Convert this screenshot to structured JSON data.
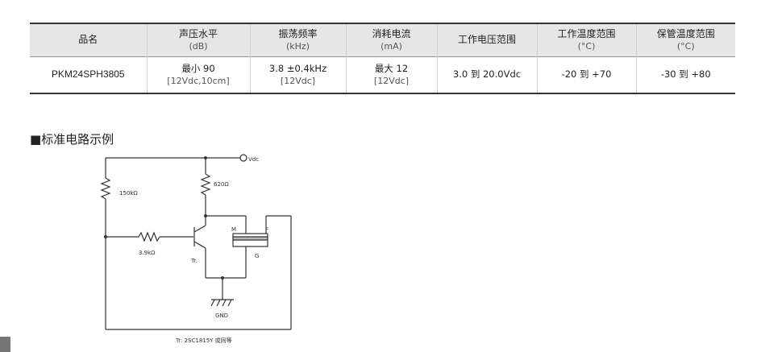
{
  "table": {
    "headers": [
      {
        "main": "品名",
        "unit": ""
      },
      {
        "main": "声压水平",
        "unit": "(dB)"
      },
      {
        "main": "振荡频率",
        "unit": "(kHz)"
      },
      {
        "main": "消耗电流",
        "unit": "(mA)"
      },
      {
        "main": "工作电压范围",
        "unit": ""
      },
      {
        "main": "工作温度范围",
        "unit": "(°C)"
      },
      {
        "main": "保管温度范围",
        "unit": "(°C)"
      }
    ],
    "row": {
      "part_number": "PKM24SPH3805",
      "spl": {
        "main": "最小 90",
        "sub": "[12Vdc,10cm]"
      },
      "frequency": {
        "main": "3.8 ±0.4kHz",
        "sub": "[12Vdc]"
      },
      "current": {
        "main": "最大 12",
        "sub": "[12Vdc]"
      },
      "voltage_range": "3.0 到 20.0Vdc",
      "operating_temp": "-20 到 +70",
      "storage_temp": "-30 到 +80"
    }
  },
  "section_title": "■标准电路示例",
  "circuit": {
    "vdc_label": "Vdc",
    "r1_label": "150kΩ",
    "r2_label": "620Ω",
    "r3_label": "3.9kΩ",
    "transistor_label": "Tr.",
    "m_label": "M",
    "f_label": "F",
    "g_label": "G",
    "gnd_label": "GND",
    "caption": "Tr: 2SC1815Y 或同等"
  }
}
